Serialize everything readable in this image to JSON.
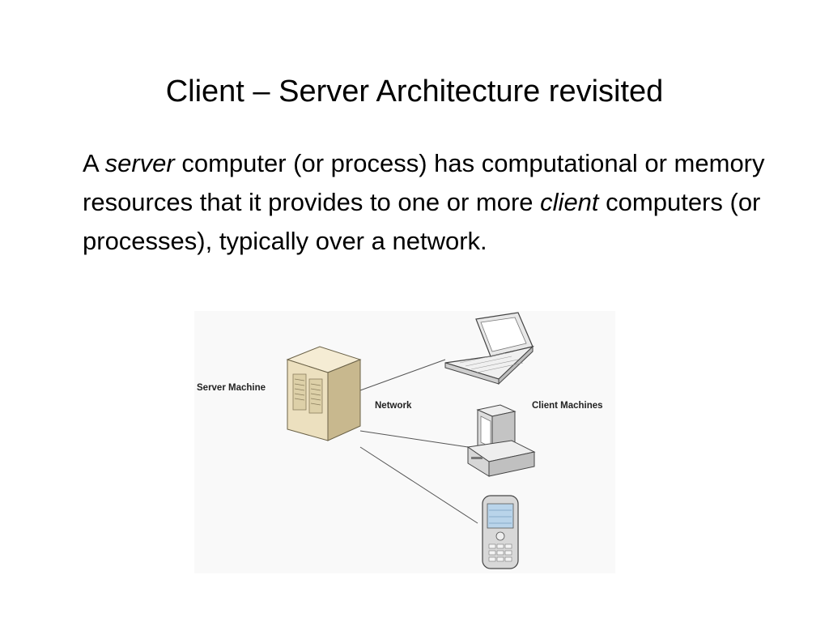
{
  "slide": {
    "title": "Client – Server Architecture revisited",
    "body": {
      "seg1": "A ",
      "seg2_italic": "server",
      "seg3": " computer (or process) has computational or memory resources that it provides to one or more ",
      "seg4_italic": "client",
      "seg5": " computers (or processes), typically over a network."
    }
  },
  "diagram": {
    "server_label": "Server Machine",
    "network_label": "Network",
    "clients_label": "Client Machines",
    "icons": [
      "server-tower-icon",
      "laptop-icon",
      "desktop-computer-icon",
      "mobile-phone-icon"
    ]
  }
}
